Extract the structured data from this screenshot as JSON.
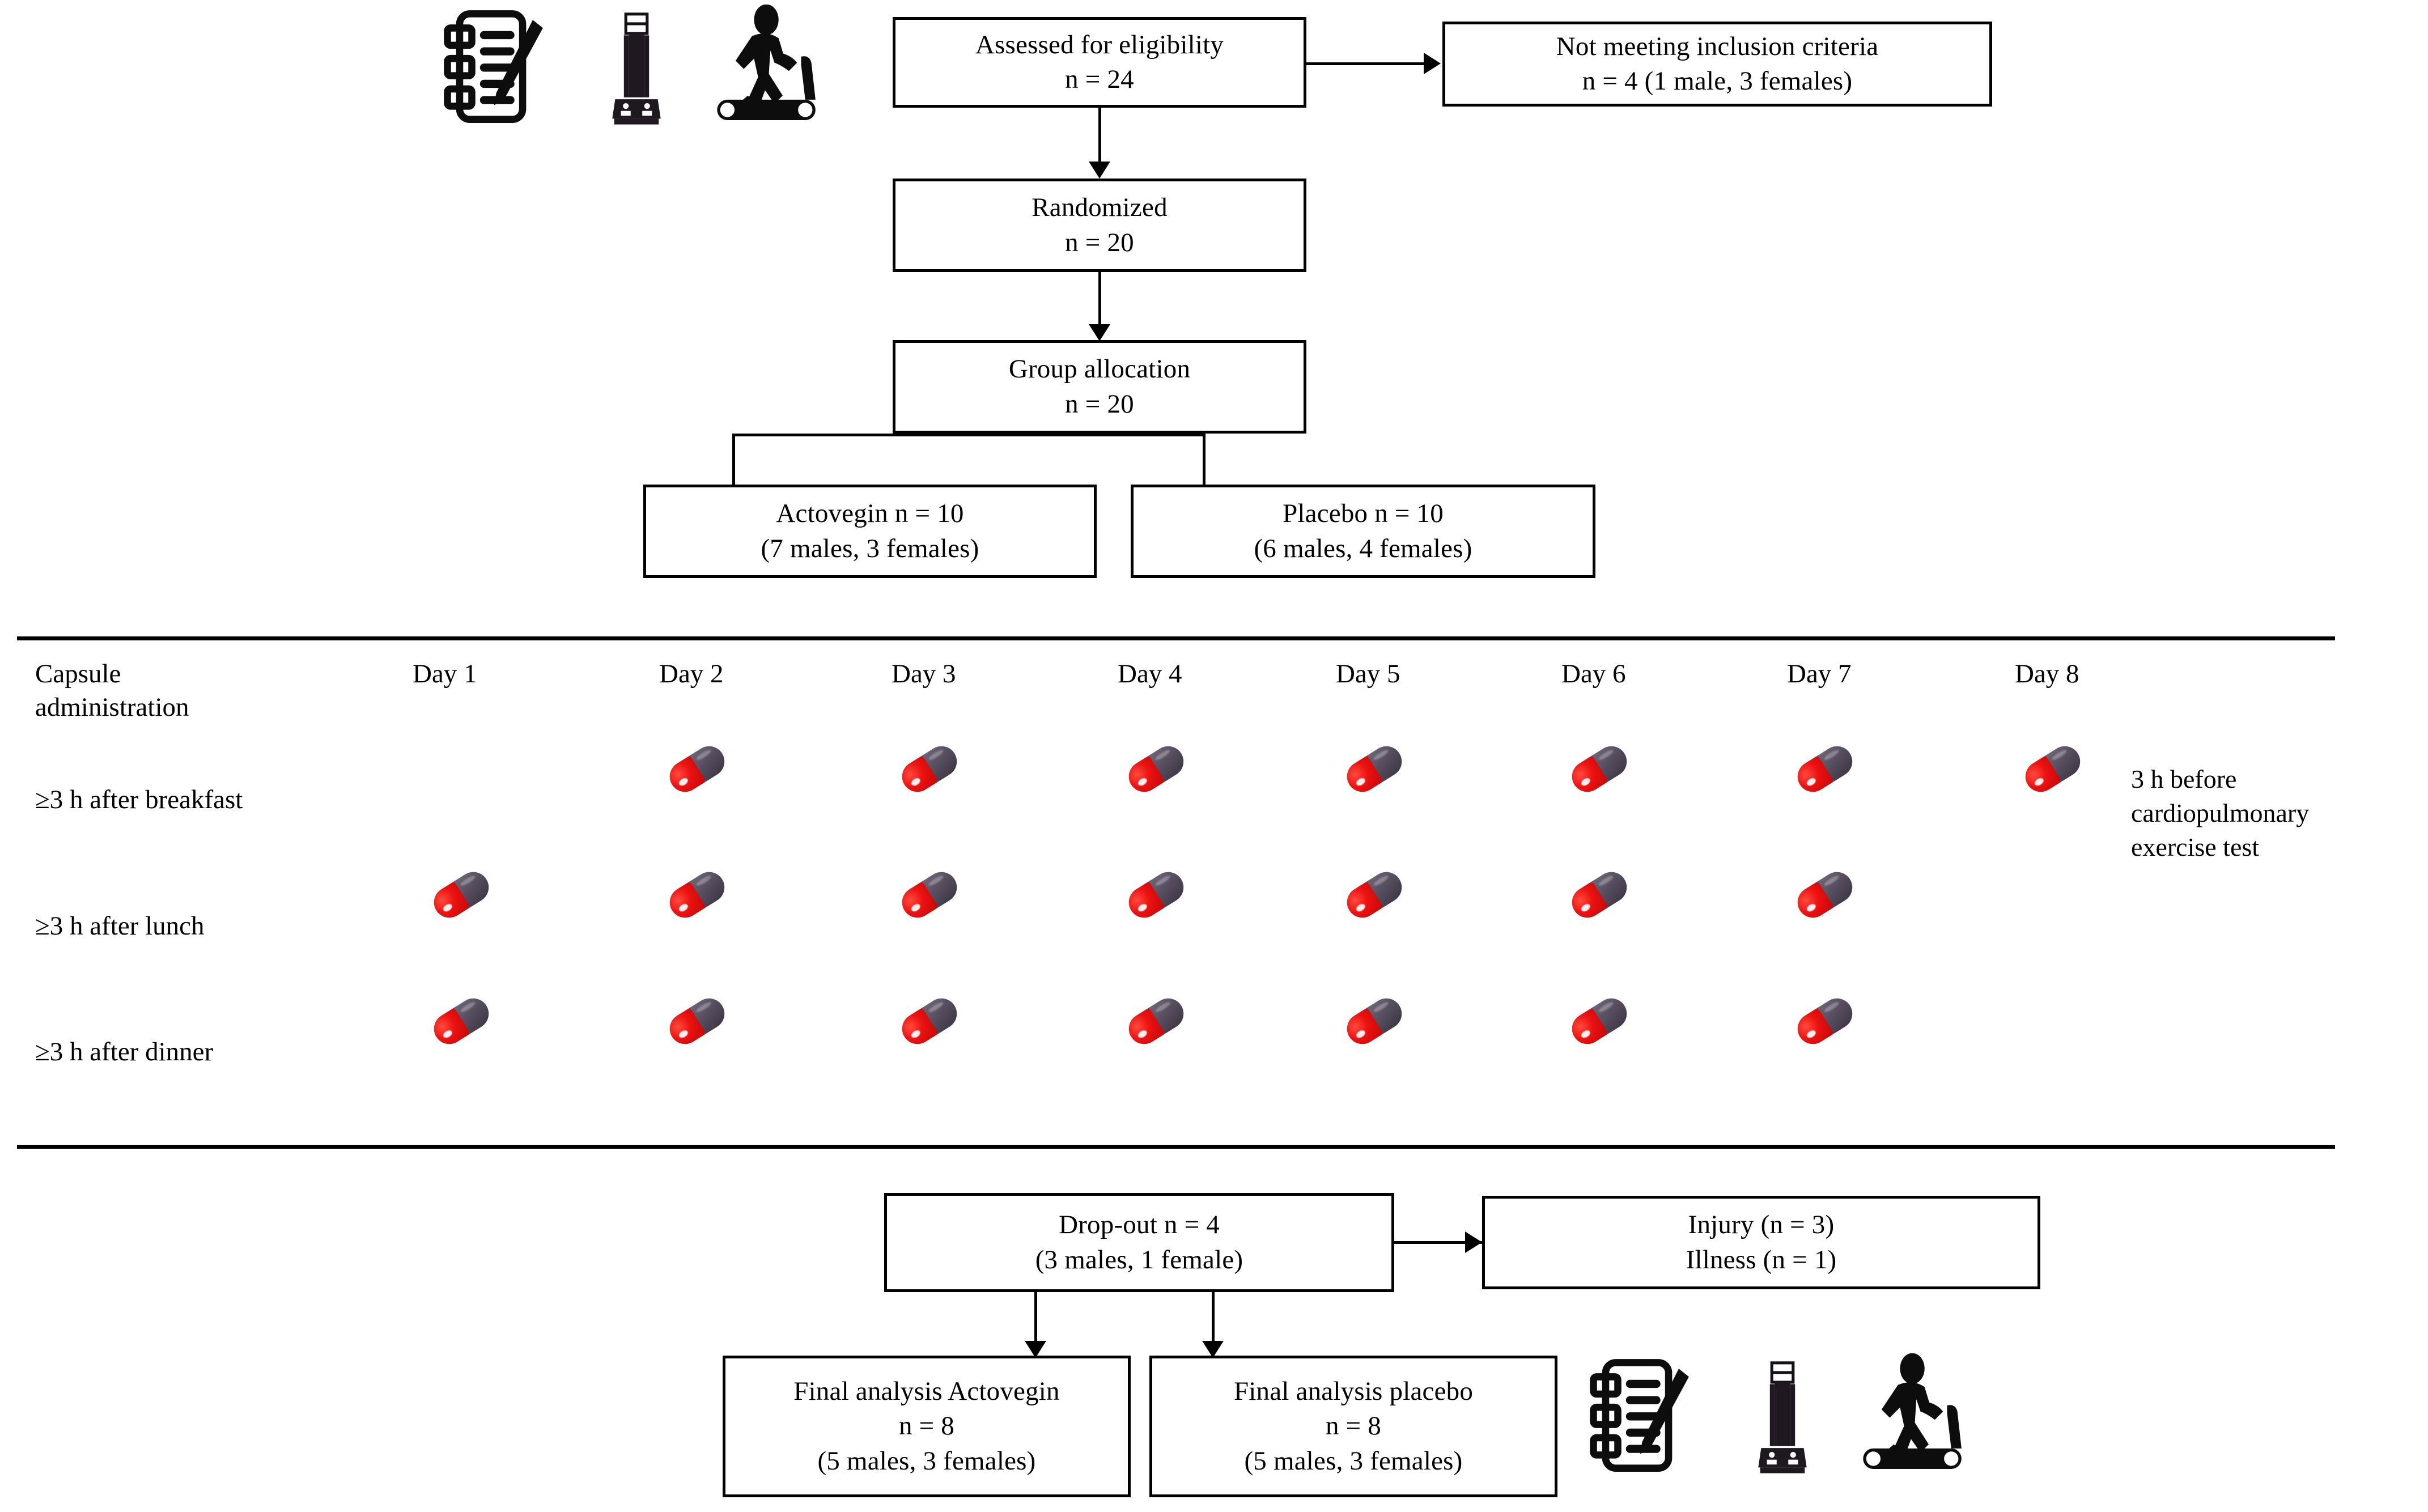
{
  "figure": {
    "type": "consort-flow-diagram",
    "title": "",
    "colors": {
      "line": "#000000",
      "capsule_red": "#EC1212",
      "capsule_gray": "#564D5E",
      "background": "#FFFFFF"
    }
  },
  "icons": {
    "top": [
      {
        "name": "clipboard-pen-icon",
        "label": "questionnaire"
      },
      {
        "name": "body-composition-analyzer-icon",
        "label": "body composition analyzer"
      },
      {
        "name": "treadmill-runner-icon",
        "label": "treadmill exercise test"
      }
    ],
    "bottom": [
      {
        "name": "clipboard-pen-icon",
        "label": "questionnaire"
      },
      {
        "name": "body-composition-analyzer-icon",
        "label": "body composition analyzer"
      },
      {
        "name": "treadmill-runner-icon",
        "label": "treadmill exercise test"
      }
    ]
  },
  "flow_top": {
    "assessed": {
      "line1": "Assessed for eligibility",
      "line2": "n = 24"
    },
    "excluded": {
      "line1": "Not meeting inclusion criteria",
      "line2": "n = 4 (1 male, 3 females)"
    },
    "randomized": {
      "line1": "Randomized",
      "line2": "n = 20"
    },
    "allocation": {
      "line1": "Group allocation",
      "line2": "n = 20"
    },
    "actovegin": {
      "line1": "Actovegin n = 10",
      "line2": "(7 males, 3 females)"
    },
    "placebo": {
      "line1": "Placebo n = 10",
      "line2": "(6 males, 4 females)"
    }
  },
  "capsule_table": {
    "corner_label": "Capsule\nadministration",
    "day_headers": [
      "Day 1",
      "Day 2",
      "Day 3",
      "Day 4",
      "Day 5",
      "Day 6",
      "Day 7",
      "Day 8"
    ],
    "rows": [
      {
        "label": "≥3 h after breakfast",
        "days": [
          false,
          true,
          true,
          true,
          true,
          true,
          true,
          true
        ]
      },
      {
        "label": "≥3 h after lunch",
        "days": [
          true,
          true,
          true,
          true,
          true,
          true,
          true,
          false
        ]
      },
      {
        "label": "≥3 h after dinner",
        "days": [
          true,
          true,
          true,
          true,
          true,
          true,
          true,
          false
        ]
      }
    ],
    "side_note": "3 h before cardiopulmonary exercise test",
    "capsule_counts": {
      "breakfast": 7,
      "lunch": 7,
      "dinner": 7,
      "total": 21
    }
  },
  "flow_bottom": {
    "dropout": {
      "line1": "Drop-out n = 4",
      "line2": "(3 males, 1 female)"
    },
    "reasons": {
      "line1": "Injury (n = 3)",
      "line2": "Illness (n = 1)"
    },
    "final_actovegin": {
      "line1": "Final analysis Actovegin",
      "line2": "n = 8",
      "line3": "(5 males, 3 females)"
    },
    "final_placebo": {
      "line1": "Final analysis placebo",
      "line2": "n = 8",
      "line3": "(5 males, 3 females)"
    }
  }
}
